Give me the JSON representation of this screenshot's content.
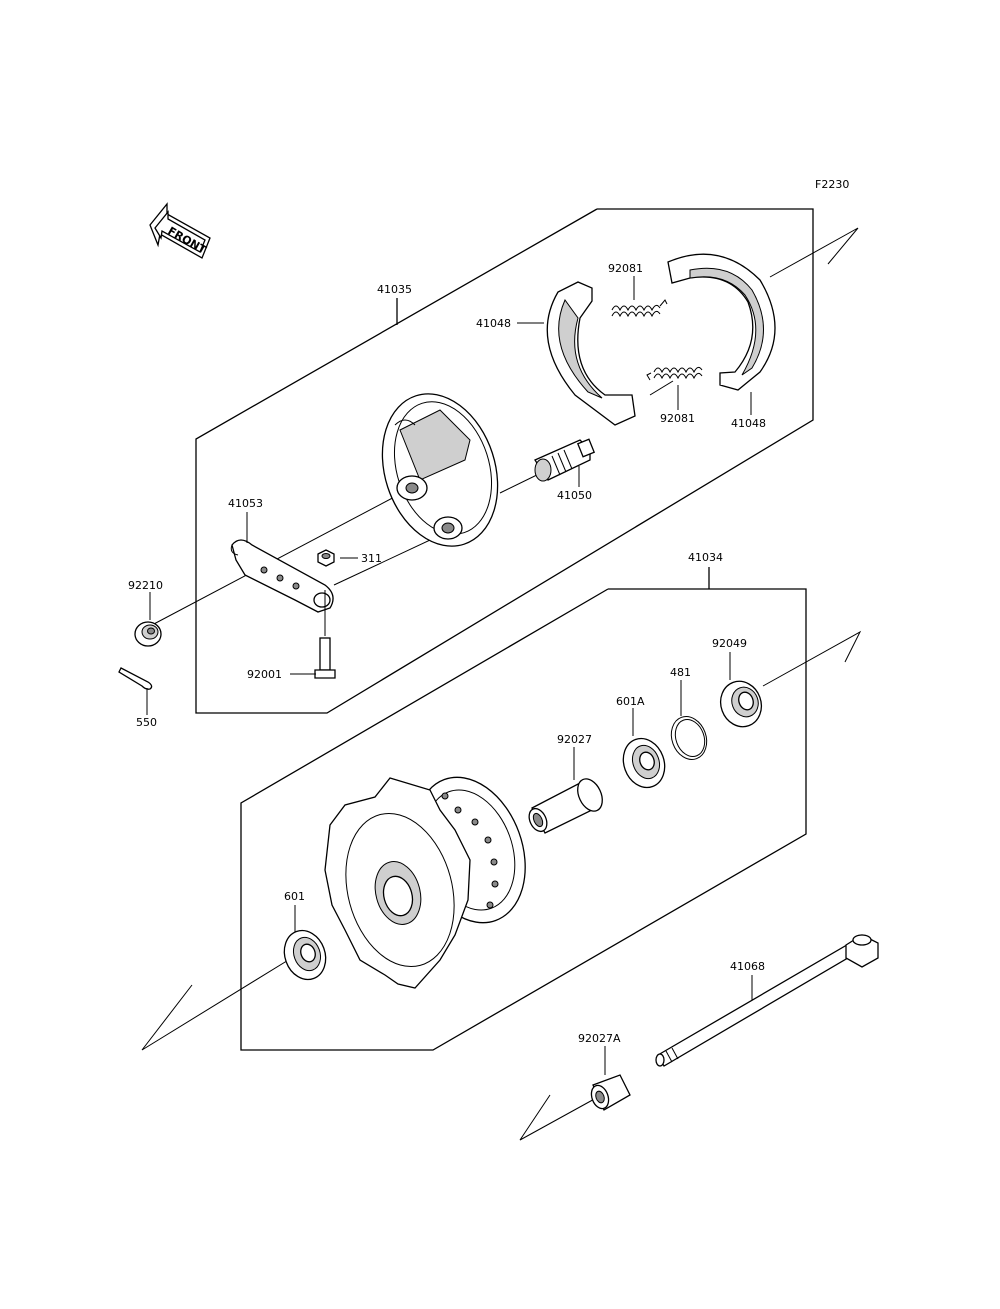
{
  "diagram": {
    "code": "F2230",
    "front_label": "FRONT",
    "labels": {
      "p41035": "41035",
      "p41034": "41034",
      "p92081_top": "92081",
      "p92081_bottom": "92081",
      "p41048_left": "41048",
      "p41048_right": "41048",
      "p41050": "41050",
      "p41053": "41053",
      "p311": "311",
      "p92210": "92210",
      "p92001": "92001",
      "p550": "550",
      "p92049": "92049",
      "p481": "481",
      "p601A": "601A",
      "p92027": "92027",
      "p601": "601",
      "p41068": "41068",
      "p92027A": "92027A"
    }
  }
}
